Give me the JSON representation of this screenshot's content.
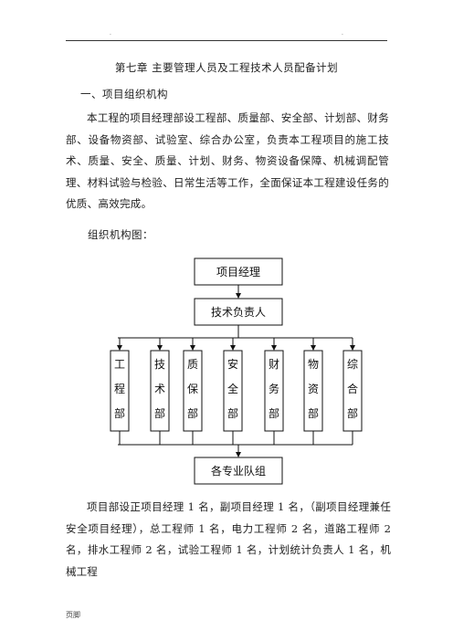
{
  "header": {
    "dot_left": ".",
    "dot_right": "."
  },
  "title": "第七章   主要管理人员及工程技术人员配备计划",
  "section_heading": "一、项目组织机构",
  "intro_paragraph": "本工程的项目经理部设工程部、质量部、安全部、计划部、财务部、设备物资部、试验室、综合办公室，负责本工程项目的施工技术、质量、安全、质量、计划、财务、物资设备保障、机械调配管理、材料试验与检验、日常生活等工作，全面保证本工程建设任务的优质、高效完成。",
  "org_chart_label": "组织机构图：",
  "org_chart": {
    "top": "项目经理",
    "second": "技术负责人",
    "departments": [
      {
        "chars": [
          "工",
          "程",
          "部"
        ]
      },
      {
        "chars": [
          "技",
          "术",
          "部"
        ]
      },
      {
        "chars": [
          "质",
          "保",
          "部"
        ]
      },
      {
        "chars": [
          "安",
          "全",
          "部"
        ]
      },
      {
        "chars": [
          "财",
          "务",
          "部"
        ]
      },
      {
        "chars": [
          "物",
          "资",
          "部"
        ]
      },
      {
        "chars": [
          "综",
          "合",
          "部"
        ]
      }
    ],
    "bottom": "各专业队组"
  },
  "staffing_paragraph": "项目部设正项目经理 1 名，副项目经理 1 名，（副项目经理兼任安全项目经理），总工程师 1 名，电力工程师 2 名，道路工程师 2 名，排水工程师 2 名，试验工程师 1 名，计划统计负责人 1 名，机械工程",
  "footer": "页脚"
}
